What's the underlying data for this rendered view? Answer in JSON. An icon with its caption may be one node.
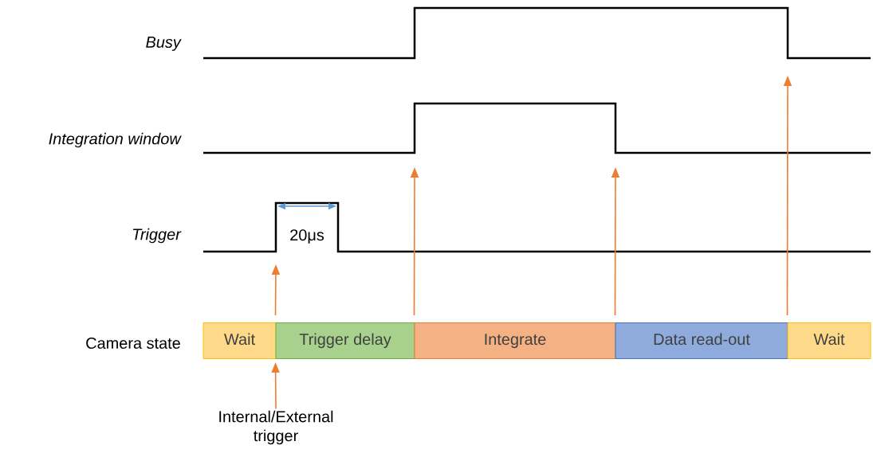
{
  "diagram": {
    "nodes": [
      {
        "text": [
          "Wait"
        ]
      },
      {
        "text": [
          "Trigger delay"
        ]
      },
      {
        "text": [
          "Integrate"
        ]
      },
      {
        "text": [
          "Data read-out"
        ]
      },
      {
        "text": [
          "Wait"
        ]
      },
      {
        "text": [
          "Internal/External trigger"
        ]
      }
    ],
    "edges": [
      {
        "from": 1,
        "to": null,
        "arrow": "to"
      },
      {
        "from": 2,
        "to": null,
        "arrow": "to"
      },
      {
        "from": 3,
        "to": null,
        "arrow": "to"
      },
      {
        "from": 4,
        "to": null,
        "arrow": "to"
      },
      {
        "from": 5,
        "to": 1,
        "arrow": "to"
      }
    ],
    "labels": [
      "Busy",
      "Integration window",
      "Trigger",
      "20μs",
      "Camera state"
    ]
  }
}
